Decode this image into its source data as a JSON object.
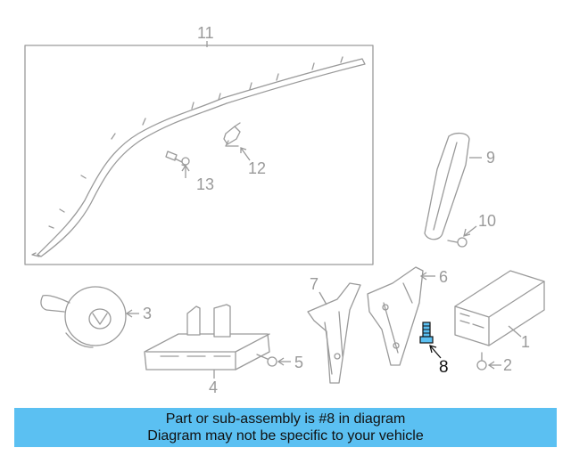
{
  "callouts": {
    "c1": "1",
    "c2": "2",
    "c3": "3",
    "c4": "4",
    "c5": "5",
    "c6": "6",
    "c7": "7",
    "c8": "8",
    "c9": "9",
    "c10": "10",
    "c11": "11",
    "c12": "12",
    "c13": "13"
  },
  "highlight": {
    "part": "8",
    "color": "#5bc0f2"
  },
  "banner": {
    "line1": "Part or sub-assembly is #8 in diagram",
    "line2": "Diagram may not be specific to your vehicle"
  }
}
